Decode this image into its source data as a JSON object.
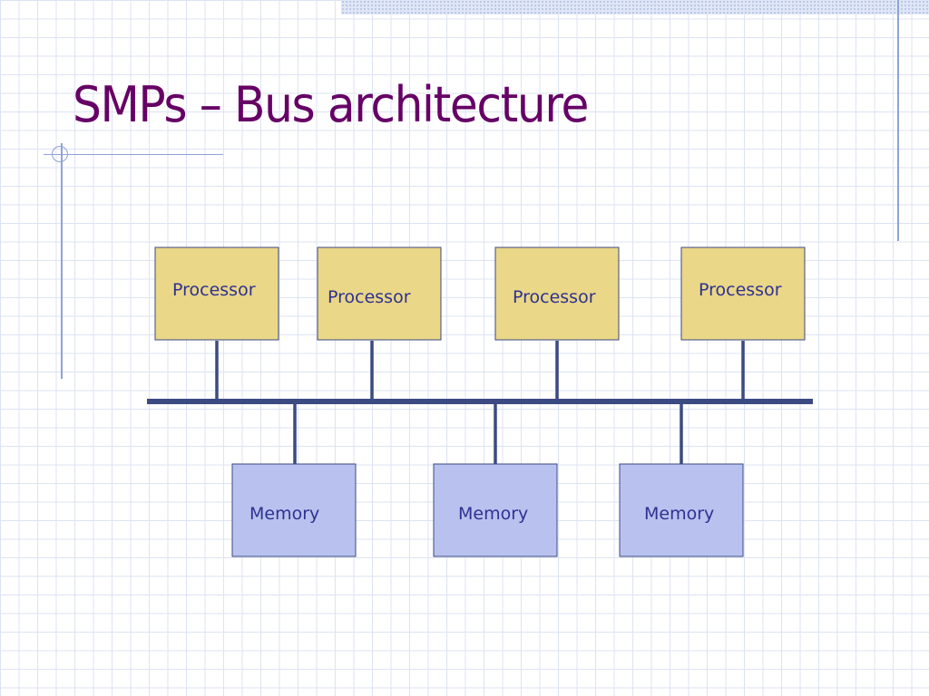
{
  "slide": {
    "title": "SMPs – Bus architecture"
  },
  "diagram": {
    "processors": [
      {
        "label": "Processor"
      },
      {
        "label": "Processor"
      },
      {
        "label": "Processor"
      },
      {
        "label": "Processor"
      }
    ],
    "memories": [
      {
        "label": "Memory"
      },
      {
        "label": "Memory"
      },
      {
        "label": "Memory"
      }
    ],
    "colors": {
      "title": "#660066",
      "processor_fill": "#ead787",
      "memory_fill": "#b9c2ee",
      "box_stroke": "#3c4a82",
      "bus": "#3c4a82",
      "label_text": "#2e3192",
      "grid": "#dde3f2",
      "accent_rule": "#8fa3d6"
    }
  }
}
